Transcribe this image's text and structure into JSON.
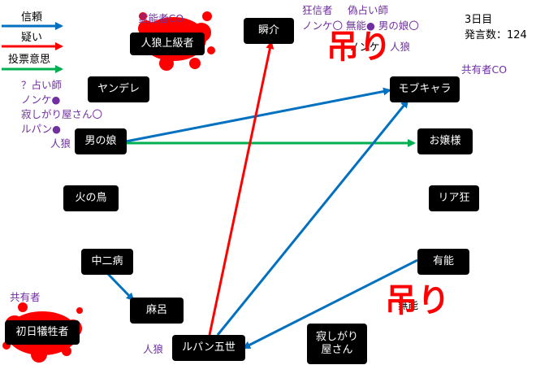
{
  "legend": [
    {
      "label": "信頼",
      "color": "#0070c0"
    },
    {
      "label": "疑い",
      "color": "#ff0000"
    },
    {
      "label": "投票意思",
      "color": "#00b050"
    }
  ],
  "info": {
    "day": "3日目",
    "speech_count": "発言数：124"
  },
  "nodes": {
    "jinro_joukyuu": "人狼上級者",
    "shunsuke": "瞬介",
    "yandere": "ヤンデレ",
    "mob": "モブキャラ",
    "otokonoko": "男の娘",
    "ojousama": "お嬢様",
    "hinotori": "火の鳥",
    "riakyou": "リア狂",
    "chuunibyou": "中二病",
    "yuunou": "有能",
    "maro": "麻呂",
    "shonichi": "初日犠牲者",
    "lupin": "ルパン五世",
    "sabishigari": "寂しがり屋さん"
  },
  "annotations": {
    "reinou_co": "霊能者CO",
    "kyoushinja": "狂信者",
    "nise_uranai": "偽占い師",
    "results_line": "ノンケ〇 無能● 男の娘〇",
    "nonke": "ノンケ",
    "jinro_mob": "人狼",
    "kyouyuu_co": "共有者CO",
    "uranai_q": "？占い師",
    "nonke_dot": "ノンケ●",
    "sabishigari_o": "寂しがり屋さん〇",
    "lupin_dot": "ルパン●",
    "jinro_otoko": "人狼",
    "kyouyuu": "共有者",
    "jinro_lupin": "人狼",
    "munou": "無能"
  },
  "hang_marks": {
    "top": "吊り",
    "bottom": "吊り"
  },
  "edges": [
    {
      "from": "otokonoko",
      "to": "mob",
      "type": "trust",
      "color": "#0070c0"
    },
    {
      "from": "otokonoko",
      "to": "ojousama",
      "type": "vote",
      "color": "#00b050"
    },
    {
      "from": "lupin",
      "to": "shunsuke",
      "type": "doubt",
      "color": "#ff0000"
    },
    {
      "from": "lupin",
      "to": "mob",
      "type": "trust",
      "color": "#0070c0"
    },
    {
      "from": "yuunou",
      "to": "lupin",
      "type": "trust",
      "color": "#0070c0"
    },
    {
      "from": "chuunibyou",
      "to": "maro",
      "type": "trust",
      "color": "#0070c0"
    }
  ]
}
